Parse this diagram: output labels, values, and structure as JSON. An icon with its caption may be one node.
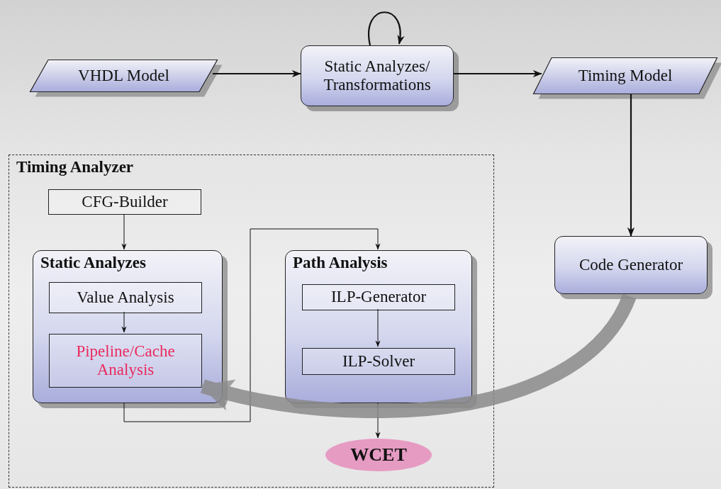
{
  "diagram": {
    "nodes": [
      {
        "text": [
          "VHDL Model"
        ]
      },
      {
        "text": [
          "Static Analyzes/ Transformations"
        ]
      },
      {
        "text": [
          "Timing Model"
        ]
      },
      {
        "text": [
          "Code Generator"
        ]
      },
      {
        "text": [
          "Timing Analyzer"
        ]
      },
      {
        "text": [
          "CFG-Builder"
        ],
        "in": 4
      },
      {
        "text": [
          "Static Analyzes"
        ],
        "in": 4
      },
      {
        "text": [
          "Value Analysis"
        ],
        "in": 6
      },
      {
        "text": [
          "Pipeline/Cache Analysis"
        ],
        "in": 6
      },
      {
        "text": [
          "Path Analysis"
        ],
        "in": 4
      },
      {
        "text": [
          "ILP-Generator"
        ],
        "in": 9
      },
      {
        "text": [
          "ILP-Solver"
        ],
        "in": 9
      },
      {
        "text": [
          "WCET"
        ],
        "in": 4
      }
    ],
    "edges": [
      {
        "from": 0,
        "to": 1,
        "arrow": "to"
      },
      {
        "from": 1,
        "to": 1,
        "arrow": "to"
      },
      {
        "from": 1,
        "to": 2,
        "arrow": "to"
      },
      {
        "from": 2,
        "to": 3,
        "arrow": "to"
      },
      {
        "from": 5,
        "to": 6,
        "arrow": "to"
      },
      {
        "from": 7,
        "to": 8,
        "arrow": "to"
      },
      {
        "from": 6,
        "to": 9,
        "arrow": "to"
      },
      {
        "from": 10,
        "to": 11,
        "arrow": "to"
      },
      {
        "from": 9,
        "to": 12,
        "arrow": "to"
      },
      {
        "from": 3,
        "to": 8,
        "arrow": "to",
        "style": "thick",
        "color": "#8a8a8a"
      }
    ]
  }
}
